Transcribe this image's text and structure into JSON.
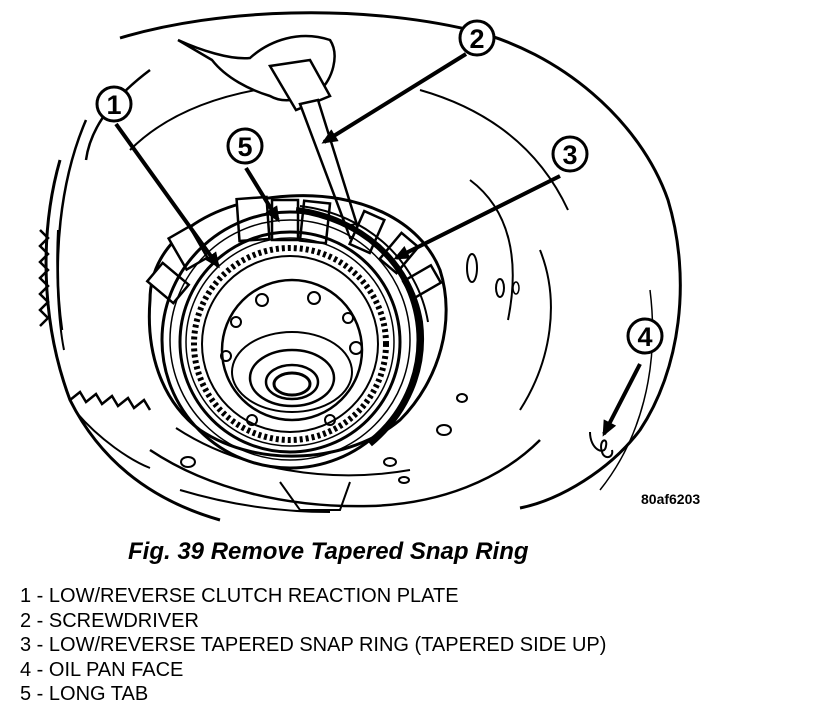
{
  "figure": {
    "figure_code": "80af6203",
    "caption": "Fig. 39 Remove Tapered Snap Ring",
    "callouts": [
      {
        "number": "1"
      },
      {
        "number": "2"
      },
      {
        "number": "3"
      },
      {
        "number": "4"
      },
      {
        "number": "5"
      }
    ]
  },
  "legend": [
    {
      "text": "1 - LOW/REVERSE CLUTCH REACTION PLATE"
    },
    {
      "text": "2 - SCREWDRIVER"
    },
    {
      "text": "3 - LOW/REVERSE TAPERED SNAP RING (TAPERED SIDE UP)"
    },
    {
      "text": "4 - OIL PAN FACE"
    },
    {
      "text": "5 - LONG TAB"
    }
  ]
}
